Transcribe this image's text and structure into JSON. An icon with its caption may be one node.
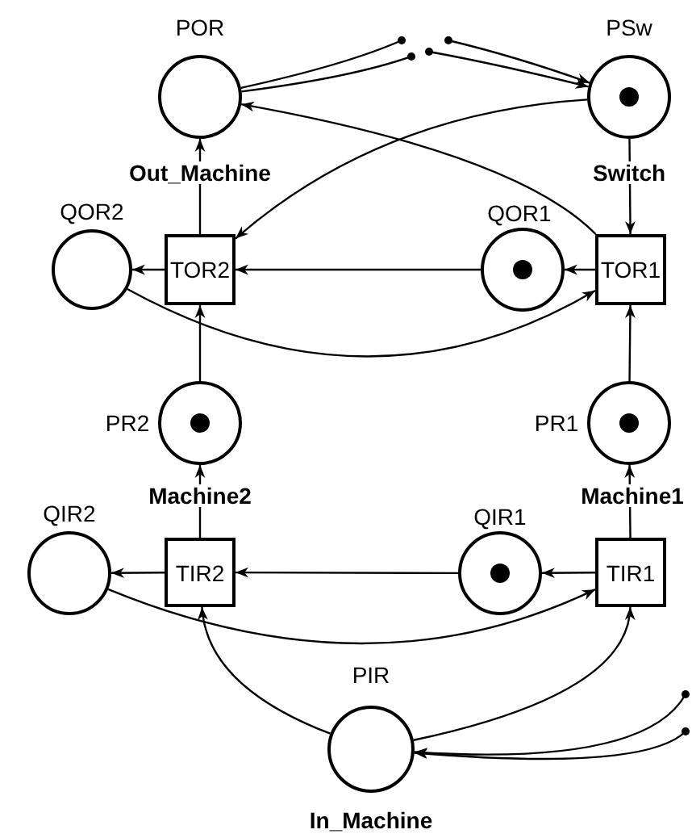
{
  "diagram": {
    "nodes": [
      {
        "text": [
          "POR"
        ],
        "beside": [
          "Out_Machine"
        ]
      },
      {
        "text": [
          "PSw"
        ],
        "beside": [
          "Switch"
        ]
      },
      {
        "text": [
          "QOR2"
        ]
      },
      {
        "text": [
          "TOR2"
        ]
      },
      {
        "text": [
          "QOR1"
        ]
      },
      {
        "text": [
          "TOR1"
        ]
      },
      {
        "text": [
          "PR2"
        ],
        "beside": [
          "Machine2"
        ]
      },
      {
        "text": [
          "PR1"
        ],
        "beside": [
          "Machine1"
        ]
      },
      {
        "text": [
          "QIR2"
        ]
      },
      {
        "text": [
          "TIR2"
        ]
      },
      {
        "text": [
          "QIR1"
        ]
      },
      {
        "text": [
          "TIR1"
        ]
      },
      {
        "text": [
          "PIR"
        ],
        "beside": [
          "In_Machine"
        ]
      }
    ],
    "edges": [
      {
        "from": 3,
        "to": 0,
        "arrow": "to"
      },
      {
        "from": 1,
        "to": 5,
        "arrow": "to"
      },
      {
        "from": 5,
        "to": 4,
        "arrow": "to"
      },
      {
        "from": 4,
        "to": 3,
        "arrow": "to"
      },
      {
        "from": 3,
        "to": 2,
        "arrow": "to"
      },
      {
        "from": 5,
        "to": 0,
        "arrow": "to"
      },
      {
        "from": 1,
        "to": 3,
        "arrow": "to"
      },
      {
        "from": 2,
        "to": 5,
        "arrow": "to"
      },
      {
        "from": 6,
        "to": 3,
        "arrow": "to"
      },
      {
        "from": 7,
        "to": 5,
        "arrow": "to"
      },
      {
        "from": 9,
        "to": 6,
        "arrow": "to"
      },
      {
        "from": 11,
        "to": 7,
        "arrow": "to"
      },
      {
        "from": 11,
        "to": 10,
        "arrow": "to"
      },
      {
        "from": 10,
        "to": 9,
        "arrow": "to"
      },
      {
        "from": 9,
        "to": 8,
        "arrow": "to"
      },
      {
        "from": 8,
        "to": 11,
        "arrow": "to"
      },
      {
        "from": 12,
        "to": 9,
        "arrow": "to"
      },
      {
        "from": 12,
        "to": 11,
        "arrow": "to"
      },
      {
        "from": null,
        "to": 1,
        "arrow": "to"
      },
      {
        "from": null,
        "to": 1,
        "arrow": "to"
      },
      {
        "from": 0,
        "to": null,
        "arrow": "other"
      },
      {
        "from": 0,
        "to": null,
        "arrow": "other"
      },
      {
        "from": null,
        "to": 12,
        "arrow": "to"
      },
      {
        "from": null,
        "to": 12,
        "arrow": "to"
      }
    ]
  }
}
